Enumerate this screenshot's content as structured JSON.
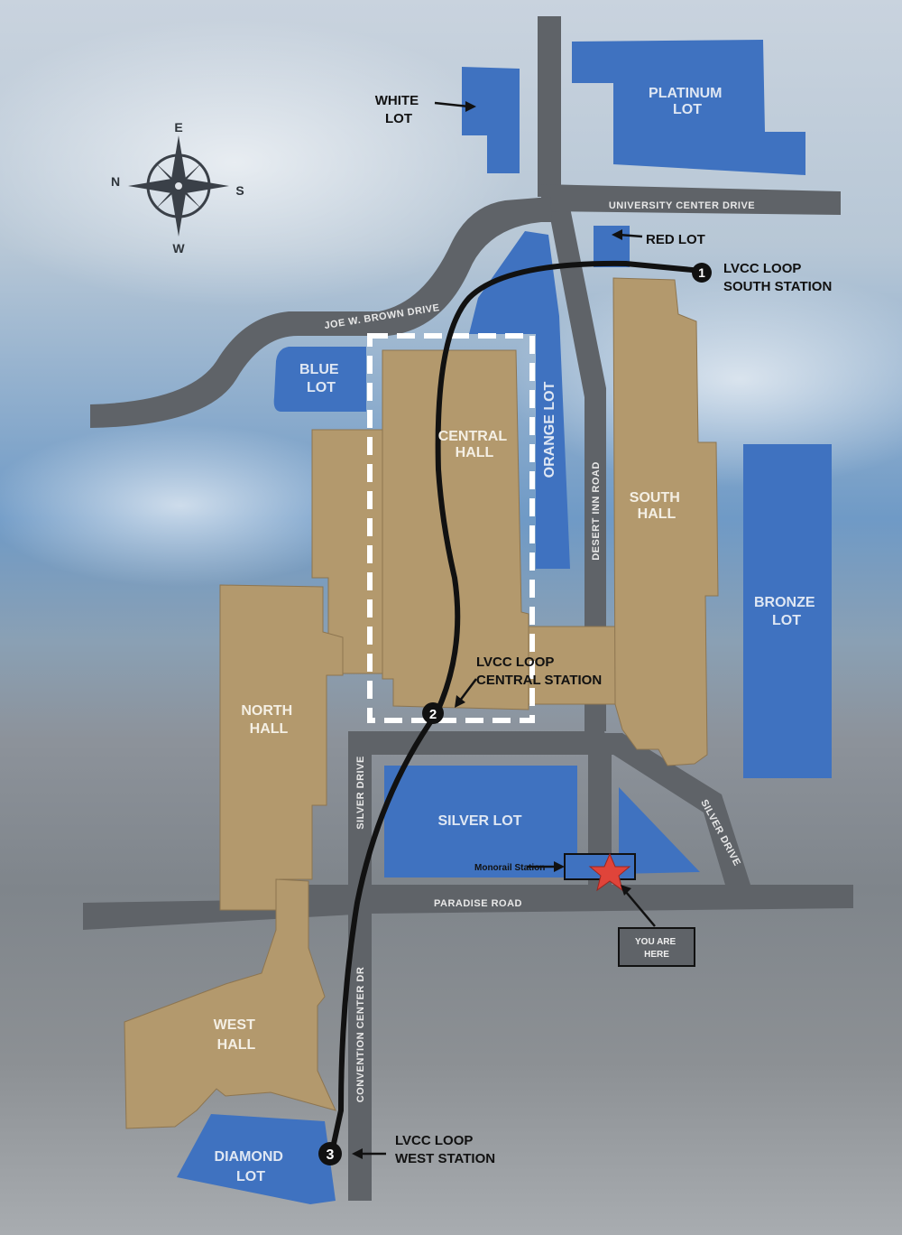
{
  "compass": {
    "north": "N",
    "south": "S",
    "east": "E",
    "west": "W"
  },
  "lots": {
    "white": [
      "WHITE",
      "LOT"
    ],
    "platinum": [
      "PLATINUM",
      "LOT"
    ],
    "red": "RED LOT",
    "blue": [
      "BLUE",
      "LOT"
    ],
    "orange": "ORANGE LOT",
    "bronze": [
      "BRONZE",
      "LOT"
    ],
    "silver": "SILVER LOT",
    "diamond": [
      "DIAMOND",
      "LOT"
    ]
  },
  "halls": {
    "central": [
      "CENTRAL",
      "HALL"
    ],
    "south": [
      "SOUTH",
      "HALL"
    ],
    "north": [
      "NORTH",
      "HALL"
    ],
    "west": [
      "WEST",
      "HALL"
    ]
  },
  "roads": {
    "university": "UNIVERSITY CENTER DRIVE",
    "joe_brown": "JOE W. BROWN DRIVE",
    "desert_inn": "DESERT INN ROAD",
    "silver_drive_left": "SILVER DRIVE",
    "silver_drive_right": "SILVER DRIVE",
    "paradise": "PARADISE ROAD",
    "convention_center": "CONVENTION CENTER DR"
  },
  "stations": [
    {
      "number": "1",
      "lines": [
        "LVCC LOOP",
        "SOUTH STATION"
      ]
    },
    {
      "number": "2",
      "lines": [
        "LVCC LOOP",
        "CENTRAL STATION"
      ]
    },
    {
      "number": "3",
      "lines": [
        "LVCC LOOP",
        "WEST STATION"
      ]
    }
  ],
  "monorail": "Monorail Station",
  "you_are_here": [
    "YOU ARE",
    "HERE"
  ],
  "colors": {
    "lot": "#3f72c0",
    "hall": "#b3996d",
    "road": "#5f6368",
    "loop": "#111111",
    "star": "#e0443a"
  }
}
